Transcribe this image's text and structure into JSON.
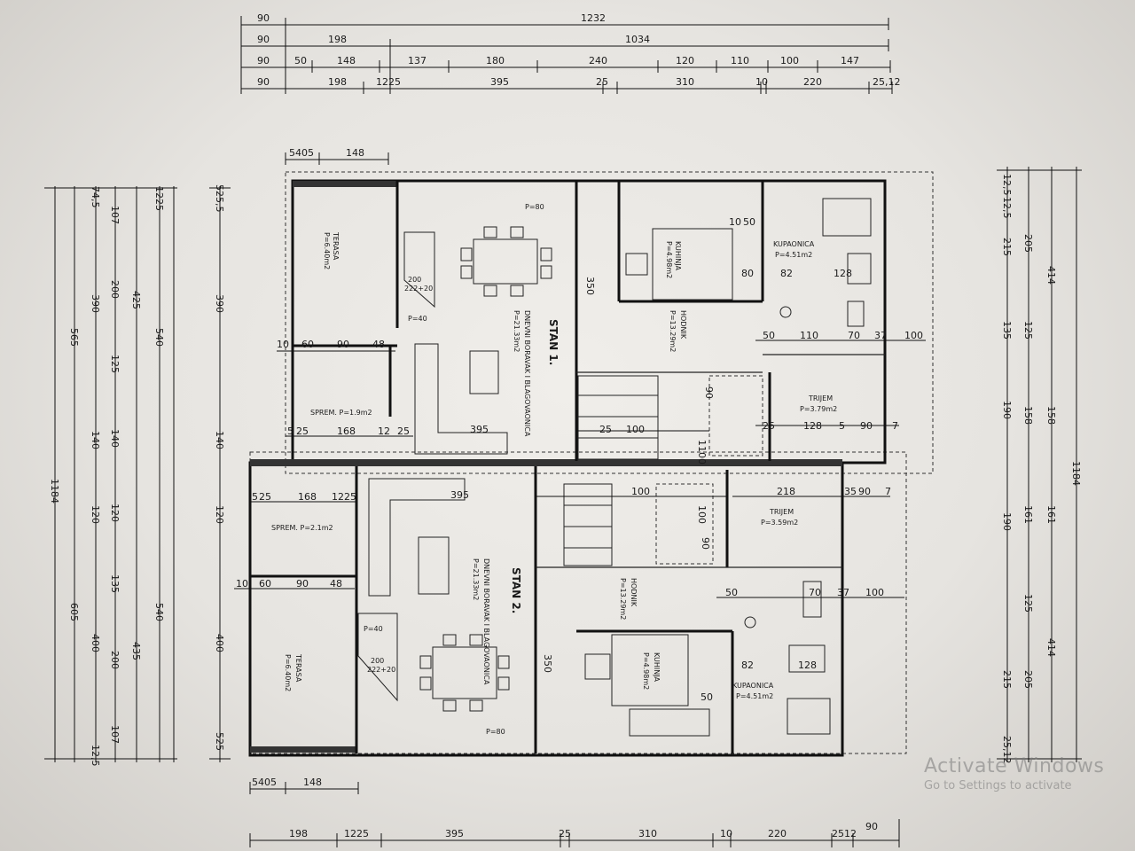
{
  "rooms": {
    "terasa_top": {
      "name": "TERASA",
      "area": "P=6.40m2"
    },
    "dnevni_top": {
      "name": "DNEVNI BORAVAK I BLAGOVAONICA",
      "area": "P=21.33m2"
    },
    "stan_top": "STAN 1.",
    "sprem_top": "SPREM. P=1.9m2",
    "kuhinja_top": {
      "name": "KUHINJA",
      "area": "P=4.98m2"
    },
    "kupaonica_top": {
      "name": "KUPAONICA",
      "area": "P=4.51m2"
    },
    "hodnik_top": {
      "name": "HODNIK",
      "area": "P=13.29m2"
    },
    "trijem_top": {
      "name": "TRIJEM",
      "area": "P=3.79m2"
    },
    "sprem_bottom": "SPREM. P=2.1m2",
    "dnevni_bottom": {
      "name": "DNEVNI BORAVAK I BLAGOVAONICA",
      "area": "P=21.33m2"
    },
    "stan_bottom": "STAN 2.",
    "terasa_bottom": {
      "name": "TERASA",
      "area": "P=6.40m2"
    },
    "kuhinja_bottom": {
      "name": "KUHINJA",
      "area": "P=4.98m2"
    },
    "kupaonica_bottom": {
      "name": "KUPAONICA",
      "area": "P=4.51m2"
    },
    "hodnik_bottom": {
      "name": "HODNIK",
      "area": "P=13.29m2"
    },
    "trijem_bottom": {
      "name": "TRIJEM",
      "area": "P=3.59m2"
    }
  },
  "top_dims": {
    "row1": [
      "90",
      "1232"
    ],
    "row2": [
      "90",
      "198",
      "1034"
    ],
    "row3": [
      "90",
      "50",
      "148",
      "137",
      "180",
      "240",
      "120",
      "110",
      "100",
      "147"
    ],
    "row4": [
      "90",
      "198",
      "1225",
      "395",
      "25",
      "310",
      "10",
      "220",
      "25,12"
    ]
  },
  "bottom_dims": {
    "row1": [
      "198",
      "1225",
      "395",
      "25",
      "310",
      "10",
      "220",
      "2512",
      "90"
    ],
    "row2": [
      "5405",
      "148"
    ]
  },
  "top_small": [
    "5405",
    "148"
  ],
  "left_dims": {
    "outer": "1184",
    "c2_top": "565",
    "c2_bottom": "605",
    "c3": [
      "390",
      "140",
      "120",
      "400"
    ],
    "c4": [
      "107",
      "200",
      "125",
      "140",
      "120",
      "135",
      "200",
      "107"
    ],
    "c5": [
      "425",
      "540",
      "540",
      "435"
    ],
    "c6": [
      "390",
      "140",
      "120",
      "400"
    ],
    "c1_small": [
      "74,5",
      "12,5"
    ],
    "c5_top": "1225",
    "c6_top": "525,5",
    "c6_bottom": "525"
  },
  "right_dims": {
    "outer": "1184",
    "c1": [
      "215",
      "135",
      "190",
      "190",
      "215"
    ],
    "c2": [
      "205",
      "125",
      "158",
      "161",
      "125",
      "205"
    ],
    "c3": [
      "414",
      "414"
    ],
    "c4": [
      "158",
      "161"
    ],
    "c1_small": [
      "12,5",
      "12,5",
      "25,12"
    ]
  },
  "inner_dims": {
    "top_terasa": [
      "10",
      "60",
      "90",
      "48"
    ],
    "bottom_terasa": [
      "10",
      "60",
      "90",
      "48"
    ],
    "sprem_top": [
      "5",
      "25",
      "168",
      "12",
      "25"
    ],
    "sprem_bottom": [
      "5",
      "25",
      "168",
      "12",
      "25"
    ],
    "living_395_top": "395",
    "living_395_bottom": "395",
    "stairs_top": [
      "25",
      "100",
      "1100"
    ],
    "stairs_bottom": [
      "100",
      "100"
    ],
    "trijem_top_row": [
      "50",
      "110",
      "70",
      "37",
      "100"
    ],
    "trijem_top_row2": [
      "25",
      "128",
      "5",
      "90",
      "7"
    ],
    "trijem_bottom_row": [
      "218",
      "35",
      "90",
      "7"
    ],
    "trijem_bottom_row2": [
      "50",
      "70",
      "37",
      "100"
    ],
    "kuhinja_top": [
      "10",
      "50",
      "128",
      "80",
      "82"
    ],
    "kuhinja_bottom": [
      "128",
      "82",
      "50"
    ],
    "door_labels": [
      "200",
      "222+20"
    ],
    "door_labels_bottom": [
      "200",
      "222+20"
    ],
    "v350": "350",
    "v350_b": "350",
    "pm_top": "P=80",
    "pm_bottom": "P=80",
    "pm_small_top": "P=40",
    "pm_small_bottom": "P=40",
    "v90": [
      "90",
      "90"
    ]
  },
  "watermark": {
    "title": "Activate Windows",
    "subtitle": "Go to Settings to activate"
  }
}
